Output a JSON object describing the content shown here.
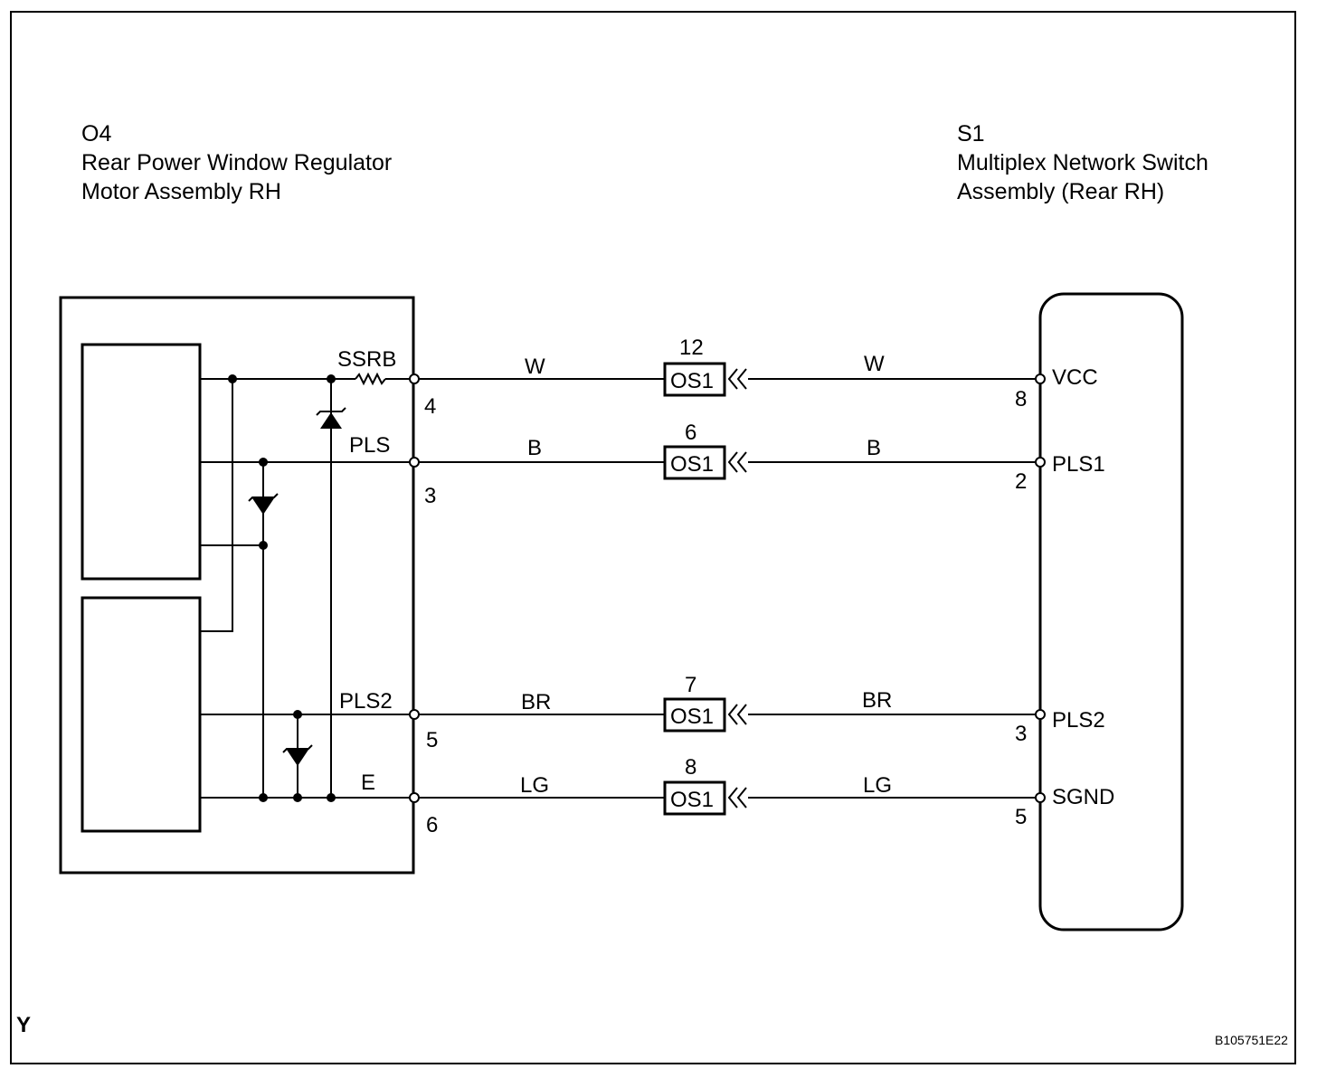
{
  "left_component": {
    "code": "O4",
    "name_line1": "Rear Power Window Regulator",
    "name_line2": "Motor Assembly RH"
  },
  "right_component": {
    "code": "S1",
    "name_line1": "Multiplex Network Switch",
    "name_line2": "Assembly (Rear RH)"
  },
  "wires": [
    {
      "left_label": "SSRB",
      "left_pin": "4",
      "left_color": "W",
      "connector_pin": "12",
      "connector": "OS1",
      "right_color": "W",
      "right_pin": "8",
      "right_label": "VCC"
    },
    {
      "left_label": "PLS",
      "left_pin": "3",
      "left_color": "B",
      "connector_pin": "6",
      "connector": "OS1",
      "right_color": "B",
      "right_pin": "2",
      "right_label": "PLS1"
    },
    {
      "left_label": "PLS2",
      "left_pin": "5",
      "left_color": "BR",
      "connector_pin": "7",
      "connector": "OS1",
      "right_color": "BR",
      "right_pin": "3",
      "right_label": "PLS2"
    },
    {
      "left_label": "E",
      "left_pin": "6",
      "left_color": "LG",
      "connector_pin": "8",
      "connector": "OS1",
      "right_color": "LG",
      "right_pin": "5",
      "right_label": "SGND"
    }
  ],
  "corner_mark": "Y",
  "figure_id": "B105751E22"
}
